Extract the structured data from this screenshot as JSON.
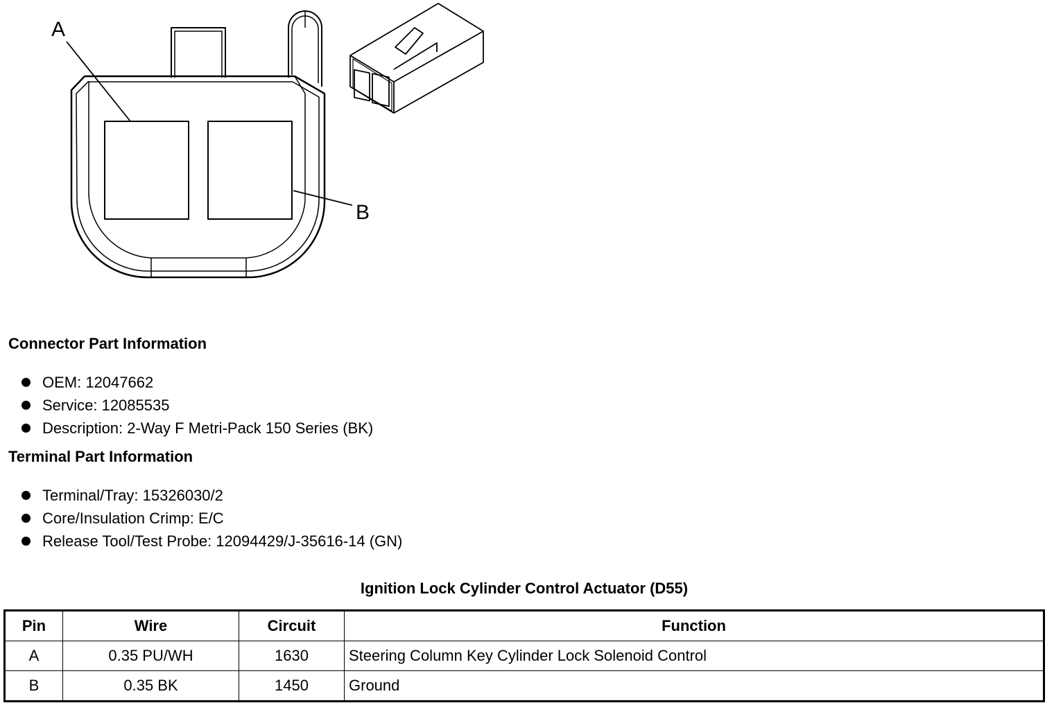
{
  "diagram": {
    "callout_a": "A",
    "callout_b": "B"
  },
  "connector_info": {
    "title": "Connector Part Information",
    "items": [
      "OEM: 12047662",
      "Service: 12085535",
      "Description: 2-Way F Metri-Pack 150 Series (BK)"
    ]
  },
  "terminal_info": {
    "title": "Terminal Part Information",
    "items": [
      "Terminal/Tray: 15326030/2",
      "Core/Insulation Crimp: E/C",
      "Release Tool/Test Probe: 12094429/J-35616-14 (GN)"
    ]
  },
  "pin_table": {
    "title": "Ignition Lock Cylinder Control Actuator (D55)",
    "headers": [
      "Pin",
      "Wire",
      "Circuit",
      "Function"
    ],
    "rows": [
      [
        "A",
        "0.35 PU/WH",
        "1630",
        "Steering Column Key Cylinder Lock Solenoid Control"
      ],
      [
        "B",
        "0.35 BK",
        "1450",
        "Ground"
      ]
    ]
  }
}
